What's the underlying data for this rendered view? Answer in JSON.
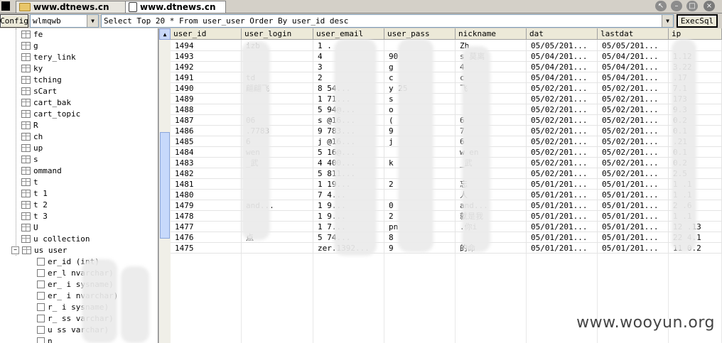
{
  "tabs": [
    {
      "label": "www.dtnews.cn",
      "icon": "folder-icon"
    },
    {
      "label": "www.dtnews.cn",
      "icon": "page-icon"
    }
  ],
  "toolbar": {
    "config_label": "Config",
    "db_select": "wlmqwb",
    "sql": "Select Top 20 * From user_user Order By user_id desc",
    "exec_label": "ExecSql"
  },
  "tree": {
    "tables": [
      "  fe",
      "  g",
      "  tery_link",
      "  ky",
      "  tching",
      "  sCart",
      "  cart_bak",
      "  cart_topic",
      "R",
      "  ch",
      "  up",
      "  s",
      "  ommand",
      "t",
      "t  1",
      "t  2",
      "t  3",
      "U",
      "u    collection",
      "us  user"
    ],
    "columns": [
      "  er_id (int)",
      "  er_l    nvarchar)",
      "  er_   i   sysname)",
      "  er_   i   nvarchar)",
      "  r_   i   sysname)",
      "  r_   ss   varchar)",
      "u   ss   varchar)",
      "n    "
    ]
  },
  "grid": {
    "headers": [
      "user_id",
      "user_login",
      "user_email",
      "user_pass",
      "nickname",
      "dat",
      "lastdat",
      "ip"
    ],
    "rows": [
      [
        "1494",
        "    izb",
        "1     .",
        "",
        "Zh",
        "05/05/201...",
        "05/05/201...",
        ""
      ],
      [
        "1493",
        "",
        "4",
        "90",
        "s    莫离",
        "05/04/201...",
        "05/04/201...",
        "1.12"
      ],
      [
        "1492",
        "",
        "3",
        "g",
        "4",
        "05/04/201...",
        "05/04/201...",
        "3.22"
      ],
      [
        "1491",
        "     td",
        "2",
        "c",
        "c",
        "05/04/201...",
        "05/04/201...",
        ".17"
      ],
      [
        "1490",
        "  翩翩飞",
        "8    54...",
        "y      25",
        "    飞",
        "05/02/201...",
        "05/02/201...",
        "7.1"
      ],
      [
        "1489",
        "",
        "1    71...",
        "s",
        "",
        "05/02/201...",
        "05/02/201...",
        "173"
      ],
      [
        "1488",
        "",
        "5    94@...",
        "o",
        "",
        "05/02/201...",
        "05/02/201...",
        "9.3"
      ],
      [
        "1487",
        "     06",
        "s    @16...",
        "(",
        "  6",
        "05/02/201...",
        "05/02/201...",
        "0.2"
      ],
      [
        "1486",
        "  .7783",
        "9    783...",
        "9",
        "  7",
        "05/02/201...",
        "05/02/201...",
        "0.1"
      ],
      [
        "1485",
        "     6",
        "j    @16...",
        "j",
        "  6",
        "05/02/201...",
        "05/02/201...",
        ".21"
      ],
      [
        "1484",
        "    wen",
        "5    16@...",
        "",
        "w    en",
        "05/02/201...",
        "05/02/201...",
        "0.1"
      ],
      [
        "1483",
        "   _武",
        "4    400...",
        "k",
        "  _武",
        "05/02/201...",
        "05/02/201...",
        "0.2"
      ],
      [
        "1482",
        "",
        "5    811...",
        "",
        "",
        "05/02/201...",
        "05/02/201...",
        "2.5"
      ],
      [
        "1481",
        "",
        "1    19...",
        "2",
        "  忘",
        "05/01/201...",
        "05/01/201...",
        "1   .1"
      ],
      [
        "1480",
        "",
        "7    4...",
        "",
        "  人",
        "05/01/201...",
        "05/01/201...",
        "1   .1"
      ],
      [
        "1479",
        "    and...",
        "1    9...",
        "0",
        "  and...",
        "05/01/201...",
        "05/01/201...",
        "2   .6"
      ],
      [
        "1478",
        "",
        "1    9...",
        "2",
        "  就是我",
        "05/01/201...",
        "05/01/201...",
        "1   .1"
      ],
      [
        "1477",
        "",
        "1    7...",
        "pn",
        "  .你i",
        "05/01/201...",
        "05/01/201...",
        "12   .13"
      ],
      [
        "1476",
        "点",
        "5    74...",
        "8",
        "",
        "05/01/201...",
        "05/01/201...",
        "22   4.1"
      ],
      [
        "1475",
        "",
        "zer.1392...",
        "9",
        "  的命",
        "05/01/201...",
        "05/01/201...",
        "11   0.2"
      ]
    ]
  },
  "watermark": "www.wooyun.org"
}
